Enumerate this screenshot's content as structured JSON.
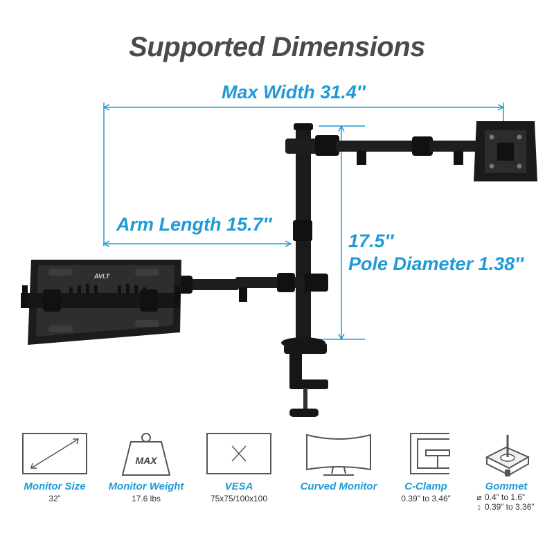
{
  "title": "Supported Dimensions",
  "dimensions": {
    "max_width": "Max Width 31.4″",
    "arm_length": "Arm Length 15.7″",
    "pole_length": "17.5″",
    "pole_diameter": "Pole Diameter 1.38″"
  },
  "brand": "AVLT",
  "accent_color": "#1e9bd7",
  "features": [
    {
      "icon": "monitor-size-icon",
      "label": "Monitor Size",
      "value": "32”"
    },
    {
      "icon": "weight-icon",
      "icon_text": "MAX",
      "label": "Monitor Weight",
      "value": "17.6 lbs"
    },
    {
      "icon": "vesa-icon",
      "label": "VESA",
      "value": "75x75/100x100"
    },
    {
      "icon": "curved-monitor-icon",
      "label": "Curved Monitor",
      "value": ""
    },
    {
      "icon": "c-clamp-icon",
      "label": "C-Clamp",
      "value": "0.39” to 3.46”"
    },
    {
      "icon": "grommet-icon",
      "label": "Gommet",
      "diameter_symbol": "⌀",
      "diameter": "0.4” to 1.6”",
      "thickness_symbol": "↕",
      "thickness": "0.39” to 3.36”"
    }
  ]
}
